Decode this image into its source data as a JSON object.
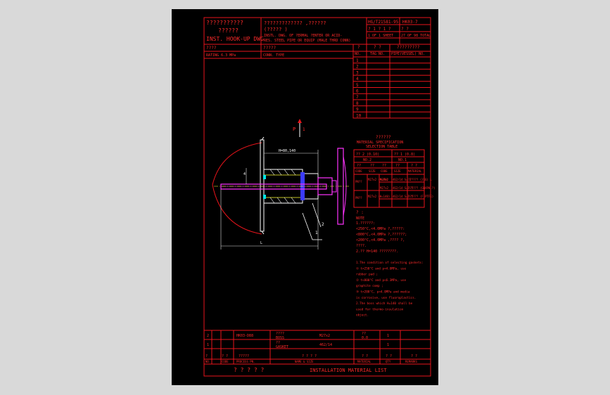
{
  "colors": {
    "frame": "#e8141b",
    "text": "#ff2a2a",
    "part": "#ffffff",
    "pipe": "#ff33ff",
    "blue": "#3b3bff",
    "cyan": "#00e5e5",
    "yellow": "#ffff33",
    "dim": "#e0e0e0"
  },
  "title_block": {
    "title_cn_1": "???????????",
    "title_cn_2": "??????",
    "title_en": "INST. HOOK-UP DWG",
    "desc_cn": "?????????????  ,??????",
    "desc_cn_2": "(?????  )",
    "desc_en_1": "INSTL. DWG. OF ?ERMAL ?ENTER OR ACID-",
    "desc_en_2": "RES. STEEL PIPE OR EQUIP (MALE THRD CONN)",
    "std_no": "HG/T21581-95",
    "dwg_no": "HK03-7",
    "sheet_1": "?  1 ?  1  ?",
    "sheet_2": "1  OF 1  SHEET",
    "sheet_3": "?  ?",
    "sheet_4": "27 OF 98 TOTAL",
    "rating_cn": "????",
    "rating": "RATING  6.3 MPa",
    "conn_cn": "?????",
    "conn": "CONN. TYPE"
  },
  "tag_table": {
    "headers_cn": [
      "?",
      "? ?",
      "?????????"
    ],
    "headers_en": [
      "NO.",
      "TAG NO.",
      "PIPE(VESSEL) NO."
    ],
    "rows": [
      "1",
      "2",
      "3",
      "4",
      "5",
      "6",
      "7",
      "8",
      "9",
      "10"
    ]
  },
  "drawing": {
    "view_label": "P",
    "view_label_2": "1",
    "dim_h": "H=80,140",
    "dim_l": "L",
    "leader_1": "1",
    "leader_2": "2",
    "dia": "4"
  },
  "material_table": {
    "title_cn": "??????",
    "title_en_1": "MATERIAL SPECIFICATION",
    "title_en_2": "SELECTION TABLE",
    "col_head_1": "?? 2 (0.10)",
    "col_head_2": "?? 1 (0.8)",
    "col_sub_1": "NO.2",
    "col_sub_2": "NO.1",
    "headers": [
      "??",
      "??",
      "??",
      "??",
      "? ?"
    ],
    "headers_en": [
      "CODE",
      "SIZE",
      "CODE",
      "SIZE",
      "MATERIAL"
    ],
    "rows": [
      [
        "PN??",
        "M27x2 (H=80)",
        "M27x2",
        "462/14 S=.2",
        "?????? (316) L"
      ],
      [
        "",
        "",
        "M27x2",
        "462/14 S=1.5",
        "?????? (GRAPH.?)"
      ],
      [
        "PN??",
        "M27x2 (H=140)",
        "",
        "462/14 S=1.5",
        "?????? (F-PTFE)"
      ]
    ]
  },
  "notes": {
    "head_cn": "? :",
    "head_en": "NOTE",
    "cn_lines": [
      "1.??????:",
      "  <250°C,<4.0MPa ?,?????:",
      "  <800°C,<4.0MPa ?,??????;",
      "  <200°C,<4.0MPa ,???? ?,",
      "  ????.",
      "2.?? H=140 ????????."
    ],
    "en_lines": [
      "1.The condition of selecting gaskets:",
      "  ① t<250°C and p<4.0MPa, use",
      "     rubber pad ;",
      "  ② t<800°C and p<6.3MPa, use",
      "     graphite comp ;",
      "  ③ t<200°C, p<4.0MPa and media",
      "     is corrosive, use fluoroplastics.",
      "2.The boss which H=140 shall be",
      "  used for thermo-insulation",
      "  object."
    ]
  },
  "bom": {
    "rows": [
      [
        "2",
        "",
        "HK03-D88",
        "????",
        "BOSS",
        "M27x2",
        "??",
        "0.0",
        "1",
        ""
      ],
      [
        "1",
        "",
        "",
        "??",
        "GASKET",
        "462/14",
        "",
        "",
        "1",
        ""
      ]
    ],
    "headers_cn": [
      "?",
      "? ?",
      "?????",
      "? ? ? ?",
      "? ?",
      "? ?",
      "? ?"
    ],
    "headers_en": [
      "NO.",
      "CODE",
      "PROCESS PN.",
      "NAME & SIZE",
      "MATERIAL",
      "QTY",
      "REMARKS"
    ],
    "footer_cn": "? ? ? ? ?",
    "footer_en": "INSTALLATION MATERIAL LIST"
  }
}
